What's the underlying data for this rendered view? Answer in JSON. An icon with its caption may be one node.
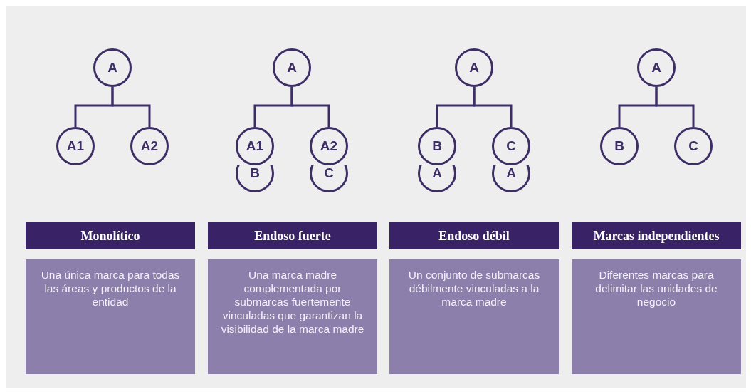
{
  "diagram": {
    "nodes": [
      {
        "text": [
          "A"
        ]
      },
      {
        "text": [
          "A1"
        ]
      },
      {
        "text": [
          "A2"
        ]
      },
      {
        "text": [
          "A"
        ]
      },
      {
        "text": [
          "A1"
        ]
      },
      {
        "text": [
          "B"
        ]
      },
      {
        "text": [
          "A2"
        ]
      },
      {
        "text": [
          "C"
        ]
      },
      {
        "text": [
          "A"
        ]
      },
      {
        "text": [
          "B"
        ]
      },
      {
        "text": [
          "A"
        ]
      },
      {
        "text": [
          "C"
        ]
      },
      {
        "text": [
          "A"
        ]
      },
      {
        "text": [
          "A"
        ]
      },
      {
        "text": [
          "B"
        ]
      },
      {
        "text": [
          "C"
        ]
      },
      {
        "text": [
          "Monolítico"
        ]
      },
      {
        "text": [
          "Endoso fuerte"
        ]
      },
      {
        "text": [
          "Endoso débil"
        ]
      },
      {
        "text": [
          "Marcas independientes"
        ]
      },
      {
        "text": [
          "Una única marca para todas las áreas y productos de la entidad"
        ]
      },
      {
        "text": [
          "Una marca madre complementada por submarcas fuertemente vinculadas que garantizan la visibilidad de la marca madre"
        ]
      },
      {
        "text": [
          "Un conjunto de submarcas débilmente vinculadas a la marca madre"
        ]
      },
      {
        "text": [
          "Diferentes marcas para delimitar las unidades de negocio"
        ]
      }
    ],
    "edges": [
      {
        "from": 0,
        "to": 1,
        "arrow": "none"
      },
      {
        "from": 0,
        "to": 2,
        "arrow": "none"
      },
      {
        "from": 3,
        "to": 4,
        "arrow": "none"
      },
      {
        "from": 3,
        "to": 6,
        "arrow": "none"
      },
      {
        "from": 8,
        "to": 9,
        "arrow": "none"
      },
      {
        "from": 8,
        "to": 11,
        "arrow": "none"
      },
      {
        "from": 13,
        "to": 14,
        "arrow": "none"
      },
      {
        "from": 13,
        "to": 15,
        "arrow": "none"
      }
    ]
  }
}
